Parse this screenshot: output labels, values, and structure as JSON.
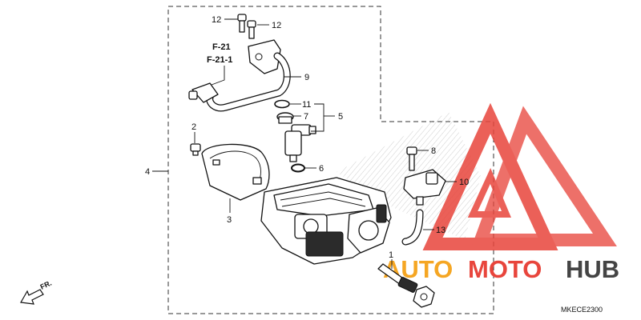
{
  "diagram": {
    "callouts": {
      "c1": "1",
      "c2": "2",
      "c3": "3",
      "c4": "4",
      "c5": "5",
      "c6": "6",
      "c7": "7",
      "c8": "8",
      "c9": "9",
      "c10": "10",
      "c11": "11",
      "c12a": "12",
      "c12b": "12",
      "c13": "13"
    },
    "references": {
      "ref1": "F-21",
      "ref2": "F-21-1"
    },
    "direction_label": "FR.",
    "diagram_code": "MKECE2300"
  },
  "watermark": {
    "word_part1": "AUTO",
    "word_part2": "MOTO",
    "word_part3": "HUB",
    "colors": {
      "auto": "#f5a623",
      "moto": "#e8453c",
      "hub": "#444444",
      "logo": "#e8453c"
    }
  }
}
